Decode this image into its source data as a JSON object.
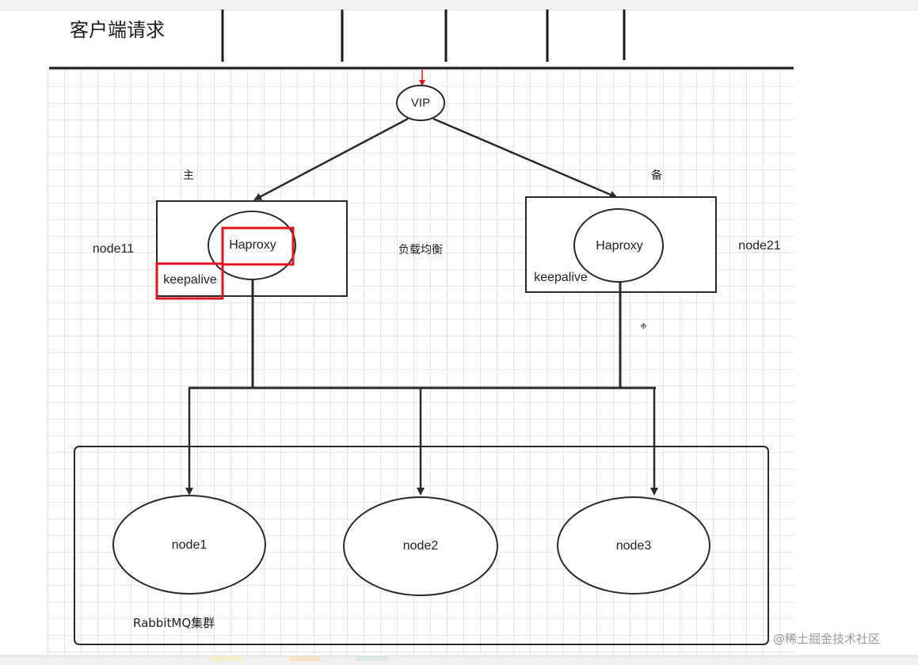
{
  "header": {
    "title": "客户端请求"
  },
  "labels": {
    "vip": "VIP",
    "master": "主",
    "backup": "备",
    "load_balance": "负载均衡",
    "node11": "node11",
    "node21": "node21"
  },
  "left_box": {
    "haproxy": "Haproxy",
    "keepalive": "keepalive"
  },
  "right_box": {
    "haproxy": "Haproxy",
    "keepalive": "keepalive"
  },
  "cluster": {
    "nodes": [
      "node1",
      "node2",
      "node3"
    ],
    "name": "RabbitMQ集群"
  },
  "watermark": "@稀土掘金技术社区",
  "colors": {
    "line": "#2a2a2a",
    "highlight": "#e0141c",
    "arrow_in": "#e0141c"
  }
}
